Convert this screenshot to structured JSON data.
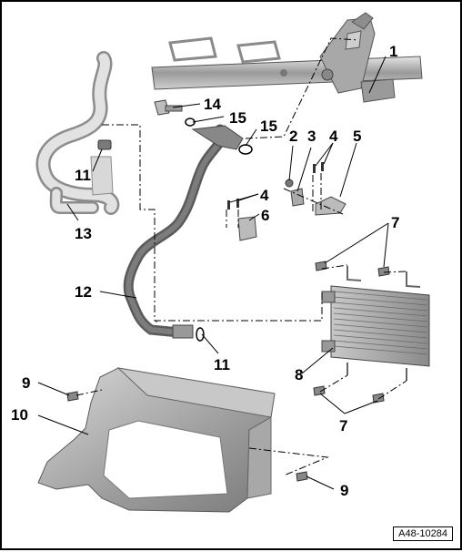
{
  "callouts": {
    "c1": "1",
    "c2": "2",
    "c3": "3",
    "c4a": "4",
    "c4b": "4",
    "c5": "5",
    "c6": "6",
    "c7a": "7",
    "c7b": "7",
    "c8": "8",
    "c9a": "9",
    "c9b": "9",
    "c10": "10",
    "c11a": "11",
    "c11b": "11",
    "c12": "12",
    "c13": "13",
    "c14": "14",
    "c15a": "15",
    "c15b": "15"
  },
  "document_number": "A48-10284",
  "colors": {
    "part_fill": "#bdbdbd",
    "part_dark": "#6e6e6e",
    "hose_dark": "#5a5a5a",
    "hose_light": "#d4d4d4",
    "line": "#000000"
  }
}
